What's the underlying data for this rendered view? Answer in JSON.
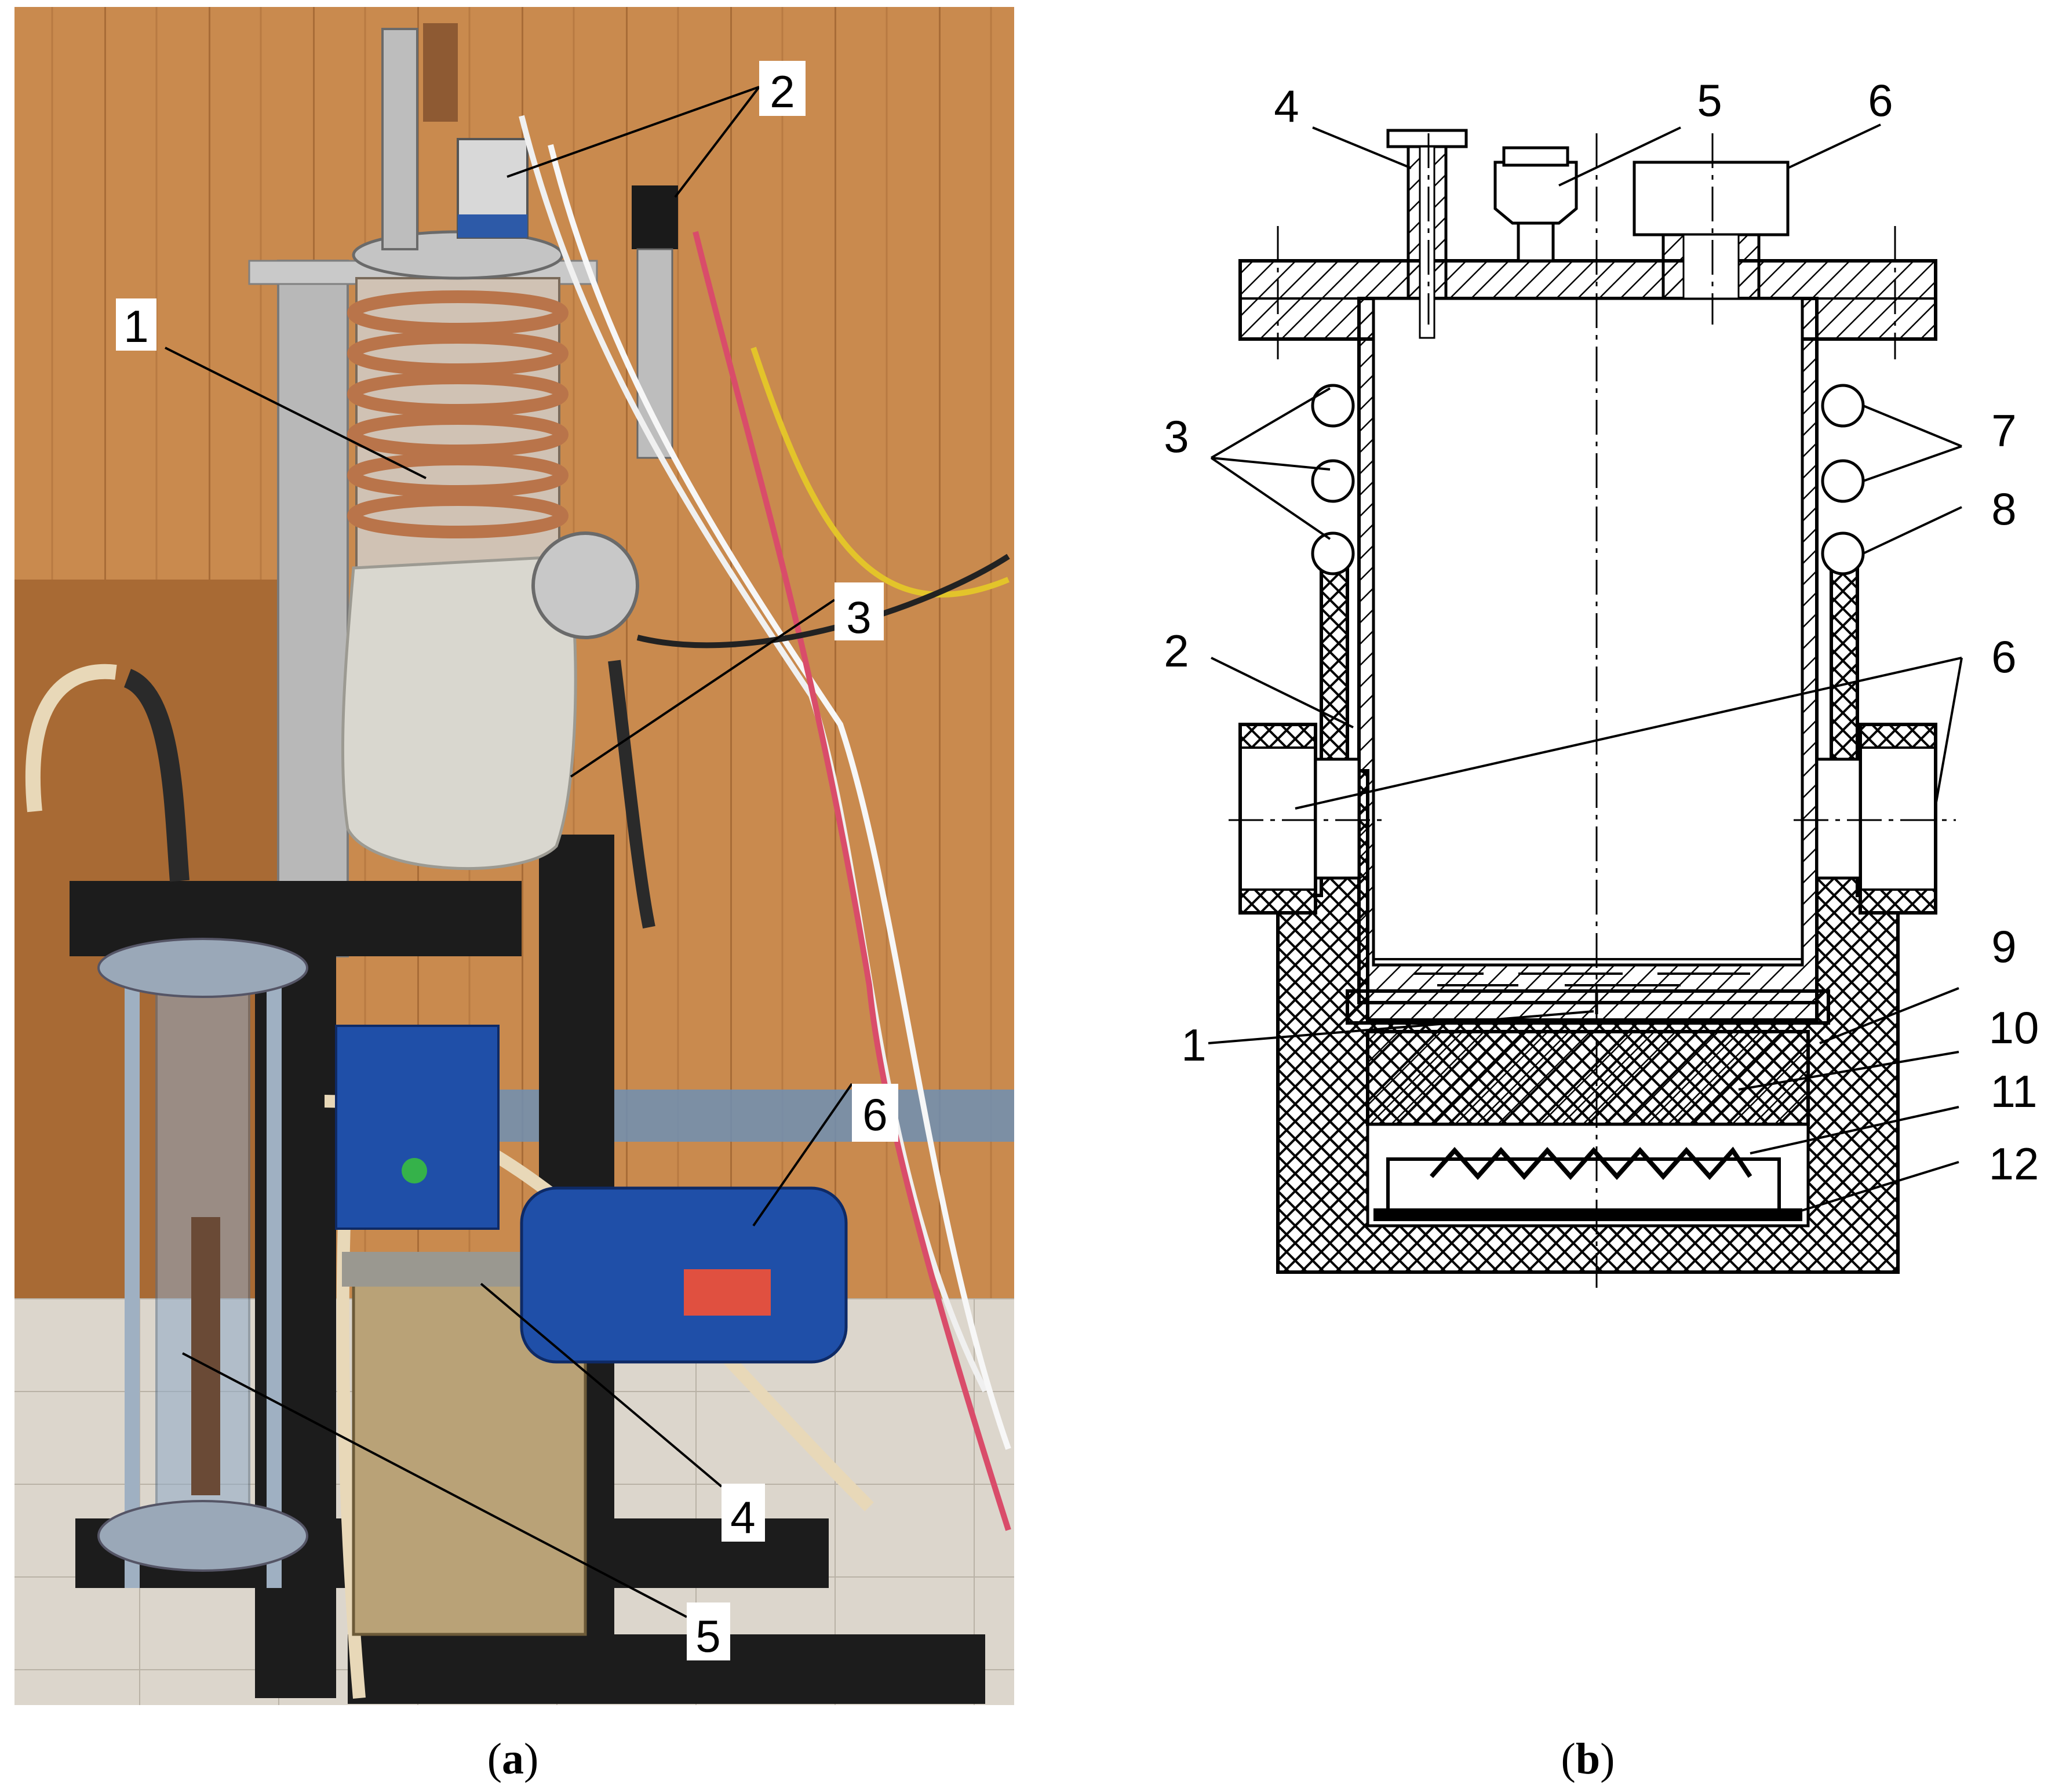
{
  "panel_a": {
    "caption_open": "(",
    "caption_letter": "a",
    "caption_close": ")",
    "callouts": [
      "1",
      "2",
      "3",
      "4",
      "5",
      "6"
    ]
  },
  "panel_b": {
    "caption_open": "(",
    "caption_letter": "b",
    "caption_close": ")",
    "labels": {
      "l1": "1",
      "l2": "2",
      "l3": "3",
      "l4": "4",
      "l5": "5",
      "l6_top": "6",
      "l6_side": "6",
      "l7": "7",
      "l8": "8",
      "l9": "9",
      "l10": "10",
      "l11": "11",
      "l12": "12"
    }
  },
  "colors": {
    "wood_panel": "#c98a4e",
    "wall_blue": "#6f8fb4",
    "insulation": "#d9d7cf",
    "copper_coil": "#b9744a",
    "frame_black": "#1c1c1c",
    "tank_blue": "#1f4fa8",
    "floor_tile": "#dcd6cc"
  }
}
